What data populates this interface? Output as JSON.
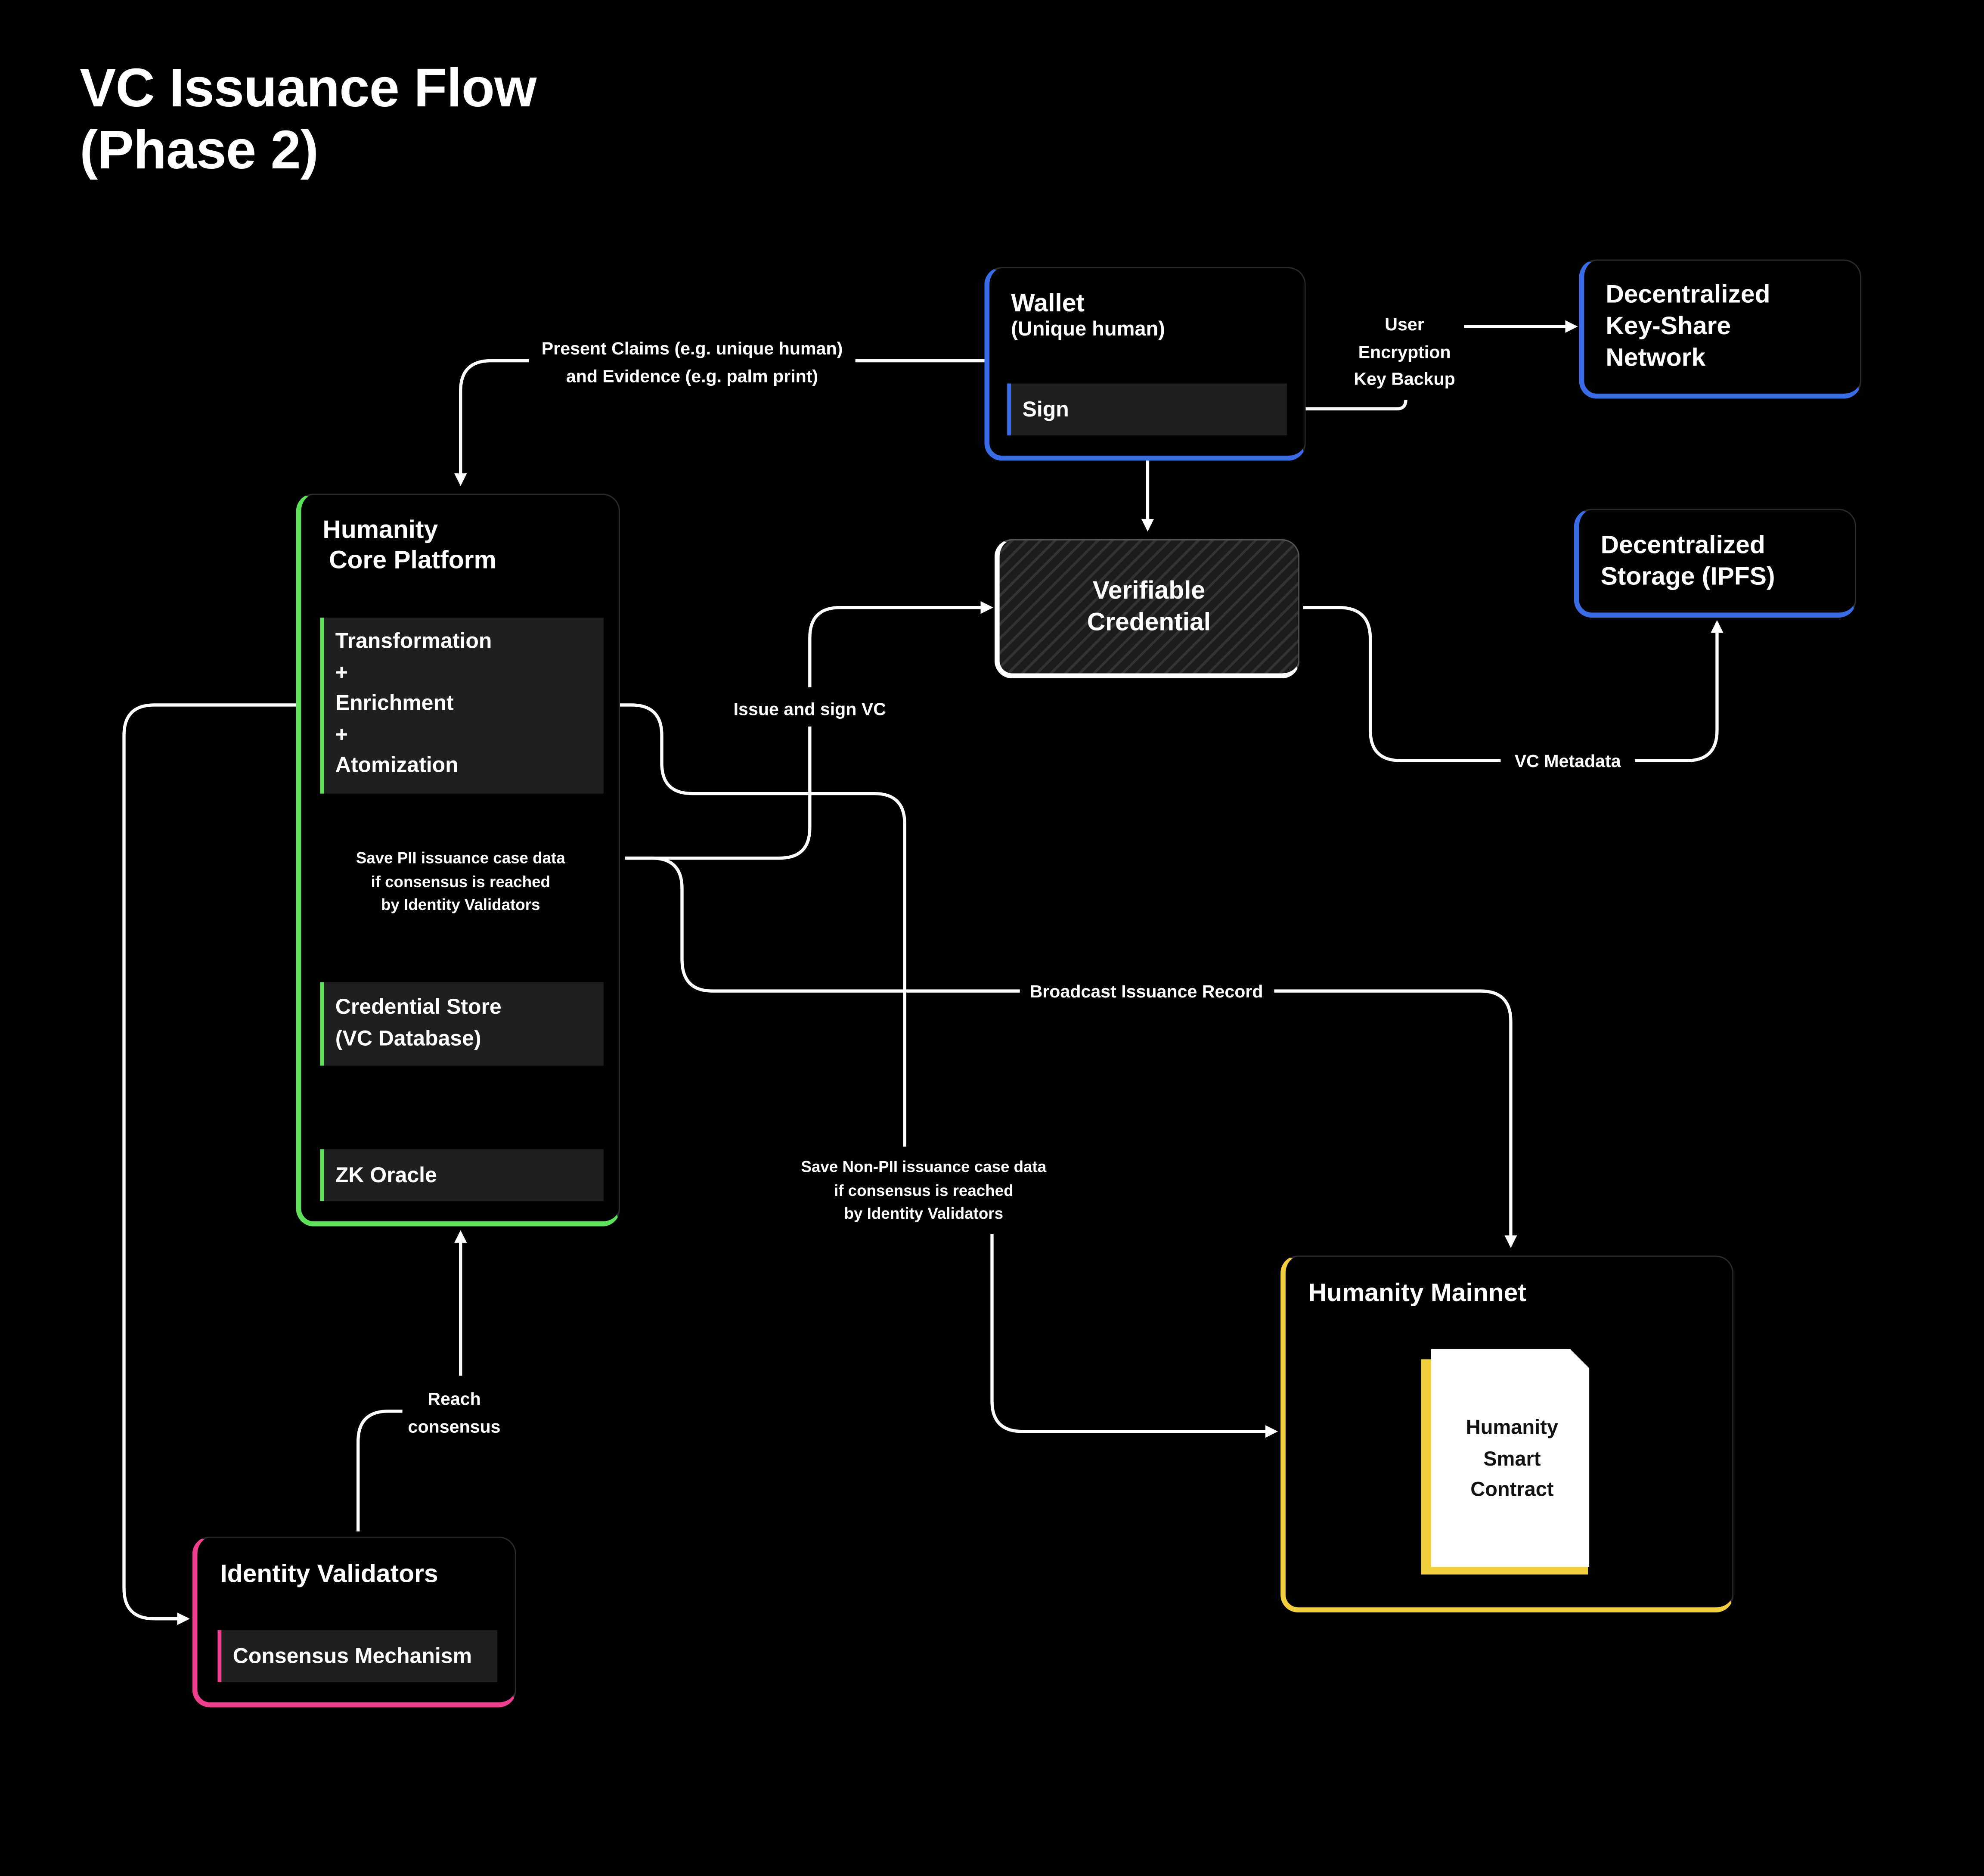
{
  "title": {
    "line1": "VC Issuance Flow",
    "line2": "(Phase 2)"
  },
  "nodes": {
    "wallet": {
      "title": "Wallet",
      "subtitle": "(Unique human)",
      "inner": "Sign"
    },
    "key_share": {
      "line1": "Decentralized",
      "line2": "Key-Share",
      "line3": "Network"
    },
    "storage": {
      "line1": "Decentralized",
      "line2": "Storage (IPFS)"
    },
    "vc": {
      "line1": "Verifiable",
      "line2": "Credential"
    },
    "core": {
      "title1": "Humanity",
      "title2": "Core Platform",
      "transform": {
        "l1": "Transformation",
        "l2": "+",
        "l3": "Enrichment",
        "l4": "+",
        "l5": "Atomization"
      },
      "store": {
        "l1": "Credential Store",
        "l2": "(VC Database)"
      },
      "oracle": "ZK Oracle"
    },
    "validators": {
      "title": "Identity Validators",
      "inner": "Consensus Mechanism"
    },
    "mainnet": {
      "title": "Humanity Mainnet",
      "contract": {
        "l1": "Humanity",
        "l2": "Smart",
        "l3": "Contract"
      }
    }
  },
  "edges": {
    "present_claims": {
      "l1": "Present Claims (e.g. unique human)",
      "l2": "and Evidence (e.g. palm print)"
    },
    "key_backup": {
      "l1": "User",
      "l2": "Encryption",
      "l3": "Key Backup"
    },
    "issue_sign": "Issue and sign VC",
    "vc_metadata": "VC Metadata",
    "save_pii": {
      "l1": "Save PII issuance case data",
      "l2": "if consensus is reached",
      "l3": "by Identity Validators"
    },
    "broadcast": "Broadcast Issuance Record",
    "save_non_pii": {
      "l1": "Save Non-PII issuance case data",
      "l2": "if consensus is reached",
      "l3": "by Identity Validators"
    },
    "reach_consensus": {
      "l1": "Reach",
      "l2": "consensus"
    }
  },
  "colors": {
    "wallet_accent": "#3b6ce8",
    "core_accent": "#5de05a",
    "validators_accent": "#ee3e8e",
    "mainnet_accent": "#f2cf3e",
    "background": "#000000"
  }
}
